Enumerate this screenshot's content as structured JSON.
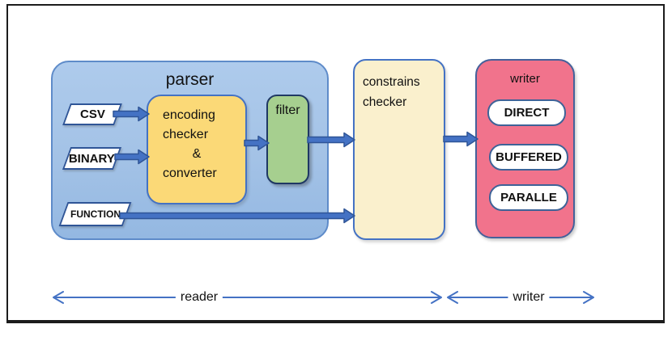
{
  "nodes": {
    "parser": {
      "label": "parser",
      "fill": "#a3c2e6",
      "border": "#5e8bc9"
    },
    "inputs": [
      {
        "label": "CSV"
      },
      {
        "label": "BINARY"
      },
      {
        "label": "FUNCTION"
      }
    ],
    "encoder": {
      "lines": [
        "encoding",
        "checker",
        "&",
        "converter"
      ],
      "fill": "#fbd977",
      "border": "#4472c4"
    },
    "filter": {
      "label": "filter",
      "fill": "#a6cf8f",
      "border": "#1f3864"
    },
    "constraints": {
      "lines": [
        "constrains",
        "checker"
      ],
      "fill": "#faf0cd",
      "border": "#4472c4"
    },
    "writer": {
      "label": "writer",
      "fill": "#f1738c",
      "border": "#44619b",
      "modes": [
        "DIRECT",
        "BUFFERED",
        "PARALLE"
      ]
    }
  },
  "spans": {
    "reader": "reader",
    "writer": "writer"
  },
  "colors": {
    "arrow_fill": "#4472c4",
    "arrow_outline": "#2f5597",
    "frame_border": "#1c1c1c",
    "input_border": "#2f5597",
    "pill_border": "#3e6398"
  }
}
